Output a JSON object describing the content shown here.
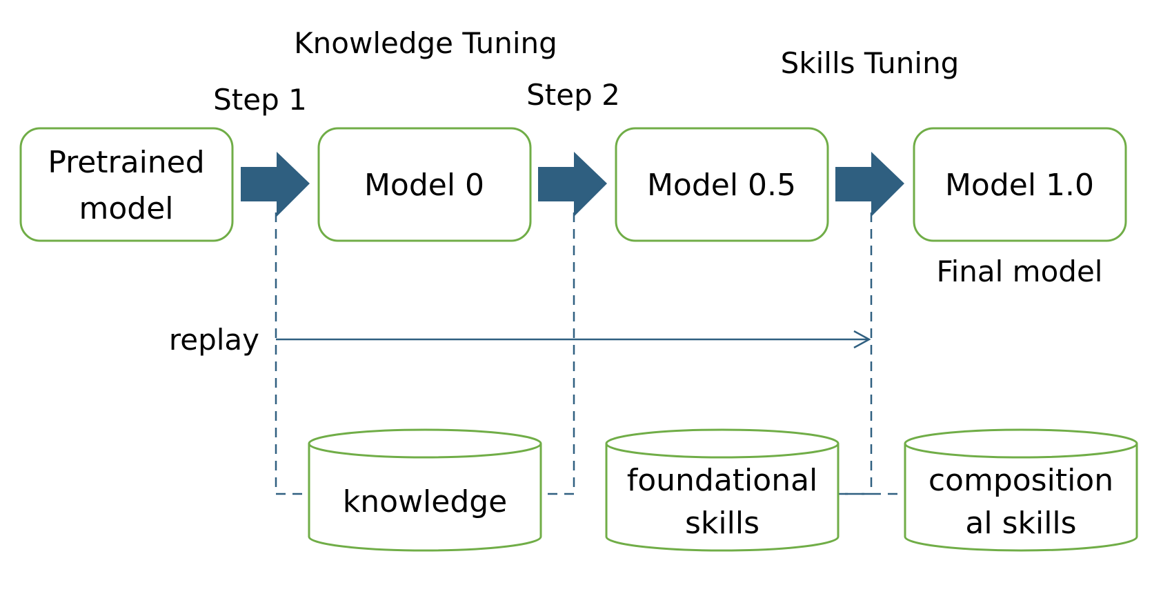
{
  "labels": {
    "knowledge_tuning": "Knowledge Tuning",
    "skills_tuning": "Skills Tuning",
    "step1": "Step 1",
    "step2": "Step 2",
    "replay": "replay",
    "final_model": "Final model"
  },
  "models": [
    {
      "lines": [
        "Pretrained",
        "model"
      ]
    },
    {
      "lines": [
        "Model 0"
      ]
    },
    {
      "lines": [
        "Model 0.5"
      ]
    },
    {
      "lines": [
        "Model 1.0"
      ]
    }
  ],
  "datasets": [
    {
      "lines": [
        "knowledge"
      ]
    },
    {
      "lines": [
        "foundational",
        "skills"
      ]
    },
    {
      "lines": [
        "composition",
        "al skills"
      ]
    }
  ],
  "colors": {
    "box_border": "#70ad47",
    "arrow": "#2f5f80",
    "text": "#000000"
  }
}
